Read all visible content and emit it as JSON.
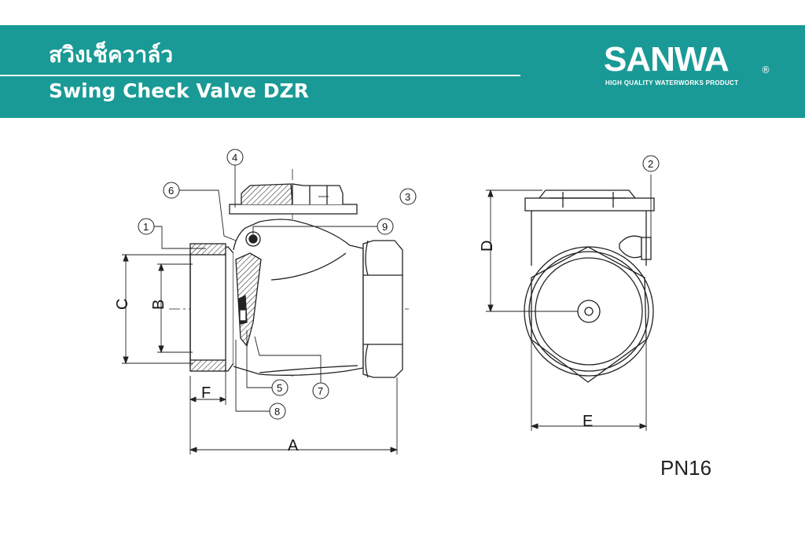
{
  "header": {
    "title_th": "สวิงเช็ควาล์ว",
    "title_en": "Swing Check Valve DZR",
    "background_color": "#1a9a96"
  },
  "logo": {
    "wordmark": "SANWA",
    "registered_mark": "®",
    "tagline": "HIGH QUALITY WATERWORKS PRODUCT"
  },
  "diagram": {
    "part_callouts": [
      "1",
      "2",
      "3",
      "4",
      "5",
      "6",
      "7",
      "8",
      "9"
    ],
    "dimension_labels": {
      "a": "A",
      "b": "B",
      "c": "C",
      "d": "D",
      "e": "E",
      "f": "F"
    }
  },
  "pressure_rating": "PN16"
}
